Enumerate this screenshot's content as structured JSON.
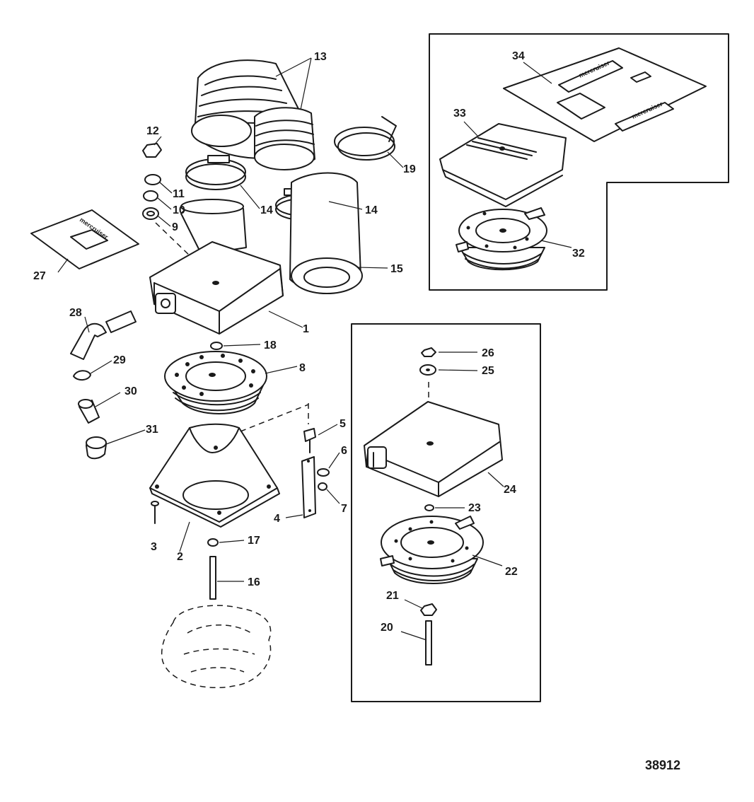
{
  "figure_number": "38912",
  "brand_marks": {
    "decal_27": "mercruiser",
    "decal_34a": "mercruiser",
    "decal_34b": "mercruiser"
  },
  "callouts": {
    "c1": "1",
    "c2": "2",
    "c3": "3",
    "c4": "4",
    "c5": "5",
    "c6": "6",
    "c7": "7",
    "c8": "8",
    "c9": "9",
    "c10": "10",
    "c11": "11",
    "c12": "12",
    "c13": "13",
    "c14a": "14",
    "c14b": "14",
    "c15": "15",
    "c16": "16",
    "c17": "17",
    "c18": "18",
    "c19": "19",
    "c20": "20",
    "c21": "21",
    "c22": "22",
    "c23": "23",
    "c24": "24",
    "c25": "25",
    "c26": "26",
    "c27": "27",
    "c28": "28",
    "c29": "29",
    "c30": "30",
    "c31": "31",
    "c32": "32",
    "c33": "33",
    "c34": "34"
  }
}
